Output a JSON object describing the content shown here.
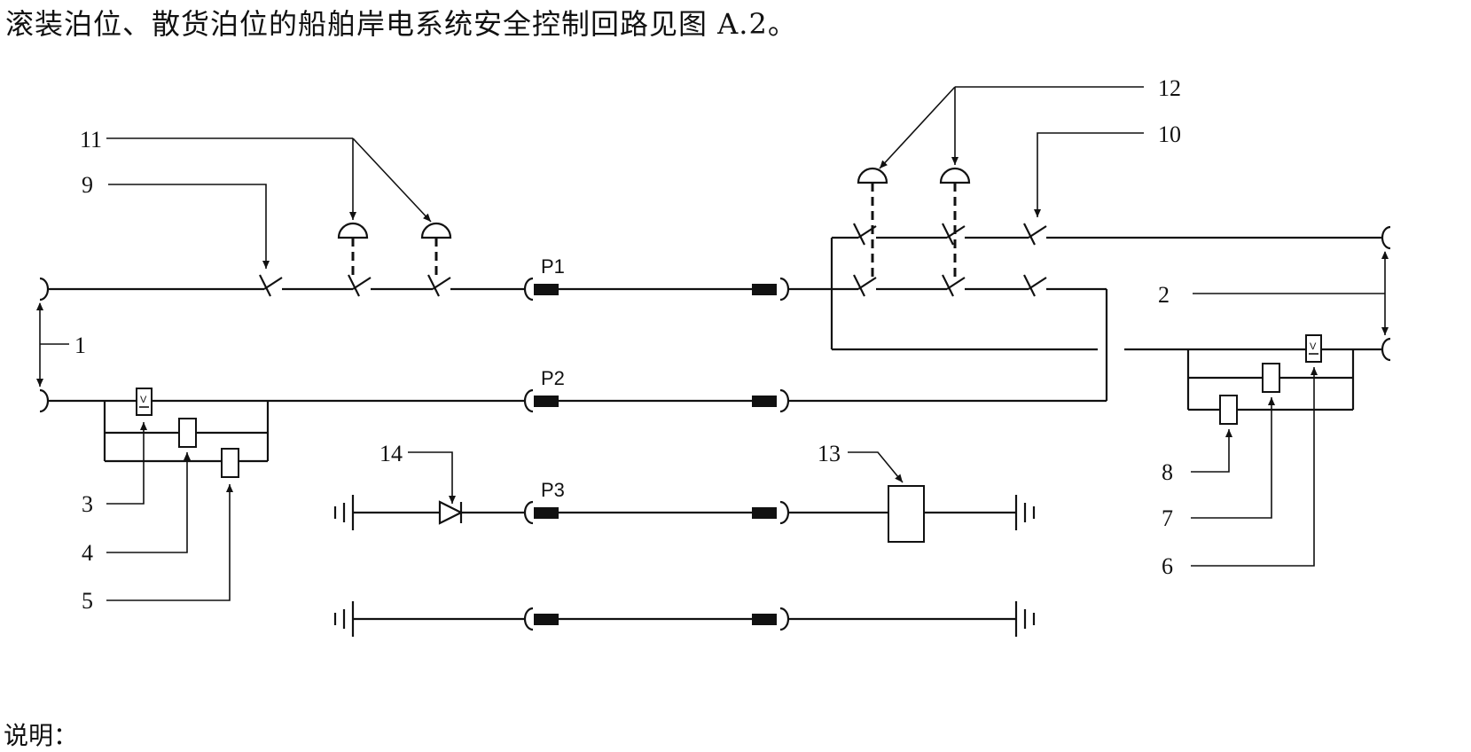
{
  "intro_text": "滚装泊位、散货泊位的船舶岸电系统安全控制回路见图 A.2。",
  "footer_text": "说明：",
  "plug_labels": [
    "P1",
    "P2",
    "P3"
  ],
  "callouts": [
    "1",
    "2",
    "3",
    "4",
    "5",
    "6",
    "7",
    "8",
    "9",
    "10",
    "11",
    "12",
    "13",
    "14"
  ],
  "meter_glyph": "V",
  "colors": {
    "ink": "#111111",
    "background": "#ffffff"
  }
}
